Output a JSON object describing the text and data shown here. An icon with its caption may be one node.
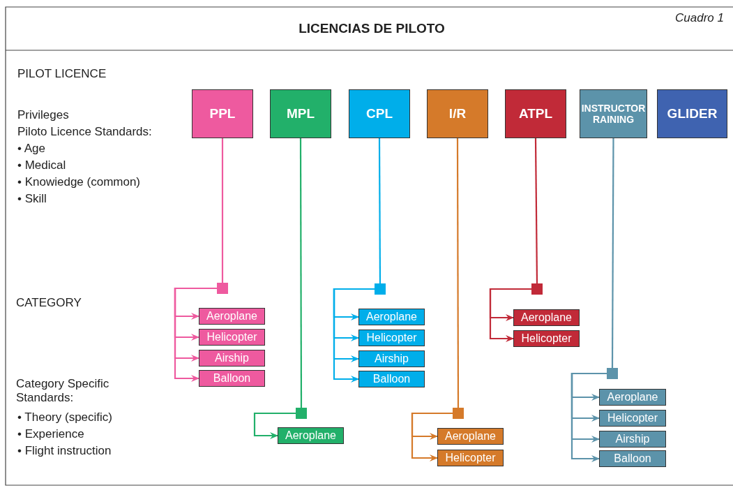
{
  "diagram": {
    "title": "LICENCIAS DE PILOTO",
    "nodes": [
      {
        "text": [
          "PPL"
        ]
      },
      {
        "text": [
          "MPL"
        ]
      },
      {
        "text": [
          "CPL"
        ]
      },
      {
        "text": [
          "I/R"
        ]
      },
      {
        "text": [
          "ATPL"
        ]
      },
      {
        "text": [
          "INSTRUCTOR RAINING"
        ]
      },
      {
        "text": [
          "GLIDER"
        ]
      },
      {
        "text": [],
        "shape": "box"
      },
      {
        "text": [
          "Aeroplane"
        ]
      },
      {
        "text": [
          "Helicopter"
        ]
      },
      {
        "text": [
          "Airship"
        ]
      },
      {
        "text": [
          "Balloon"
        ]
      },
      {
        "text": [],
        "shape": "box"
      },
      {
        "text": [
          "Aeroplane"
        ]
      },
      {
        "text": [],
        "shape": "box"
      },
      {
        "text": [
          "Aeroplane"
        ]
      },
      {
        "text": [
          "Helicopter"
        ]
      },
      {
        "text": [
          "Airship"
        ]
      },
      {
        "text": [
          "Balloon"
        ]
      },
      {
        "text": [],
        "shape": "box"
      },
      {
        "text": [
          "Aeroplane"
        ]
      },
      {
        "text": [
          "Helicopter"
        ]
      },
      {
        "text": [],
        "shape": "box"
      },
      {
        "text": [
          "Aeroplane"
        ]
      },
      {
        "text": [
          "Helicopter"
        ]
      },
      {
        "text": [],
        "shape": "box"
      },
      {
        "text": [
          "Aeroplane"
        ]
      },
      {
        "text": [
          "Helicopter"
        ]
      },
      {
        "text": [
          "Airship"
        ]
      },
      {
        "text": [
          "Balloon"
        ]
      }
    ],
    "edges": [
      {
        "from": 0,
        "to": 7,
        "arrow": "none",
        "color": "#ee5a9f"
      },
      {
        "from": 7,
        "to": 8,
        "arrow": "to",
        "color": "#ee5a9f"
      },
      {
        "from": 7,
        "to": 9,
        "arrow": "to",
        "color": "#ee5a9f"
      },
      {
        "from": 7,
        "to": 10,
        "arrow": "to",
        "color": "#ee5a9f"
      },
      {
        "from": 7,
        "to": 11,
        "arrow": "to",
        "color": "#ee5a9f"
      },
      {
        "from": 1,
        "to": 12,
        "arrow": "none",
        "color": "#22b06a"
      },
      {
        "from": 12,
        "to": 13,
        "arrow": "to",
        "color": "#22b06a"
      },
      {
        "from": 2,
        "to": 14,
        "arrow": "none",
        "color": "#00aeea"
      },
      {
        "from": 14,
        "to": 15,
        "arrow": "to",
        "color": "#00aeea"
      },
      {
        "from": 14,
        "to": 16,
        "arrow": "to",
        "color": "#00aeea"
      },
      {
        "from": 14,
        "to": 17,
        "arrow": "to",
        "color": "#00aeea"
      },
      {
        "from": 14,
        "to": 18,
        "arrow": "to",
        "color": "#00aeea"
      },
      {
        "from": 3,
        "to": 19,
        "arrow": "none",
        "color": "#d57a2a"
      },
      {
        "from": 19,
        "to": 20,
        "arrow": "to",
        "color": "#d57a2a"
      },
      {
        "from": 19,
        "to": 21,
        "arrow": "to",
        "color": "#d57a2a"
      },
      {
        "from": 4,
        "to": 22,
        "arrow": "none",
        "color": "#c12a38"
      },
      {
        "from": 22,
        "to": 23,
        "arrow": "to",
        "color": "#c12a38"
      },
      {
        "from": 22,
        "to": 24,
        "arrow": "to",
        "color": "#c12a38"
      },
      {
        "from": 5,
        "to": 25,
        "arrow": "none",
        "color": "#5c93aa"
      },
      {
        "from": 25,
        "to": 26,
        "arrow": "to",
        "color": "#5c93aa"
      },
      {
        "from": 25,
        "to": 27,
        "arrow": "to",
        "color": "#5c93aa"
      },
      {
        "from": 25,
        "to": 28,
        "arrow": "to",
        "color": "#5c93aa"
      },
      {
        "from": 25,
        "to": 29,
        "arrow": "to",
        "color": "#5c93aa"
      }
    ],
    "labels": [
      "Cuadro 1",
      "PILOT LICENCE",
      "Privileges",
      "Piloto Licence Standards:",
      "• Age",
      "• Medical",
      "• Knowiedge (common)",
      "• Skill",
      "CATEGORY",
      "Category Specific Standards:",
      "• Theory (specific)",
      "• Experience",
      "• Flight instruction"
    ]
  }
}
